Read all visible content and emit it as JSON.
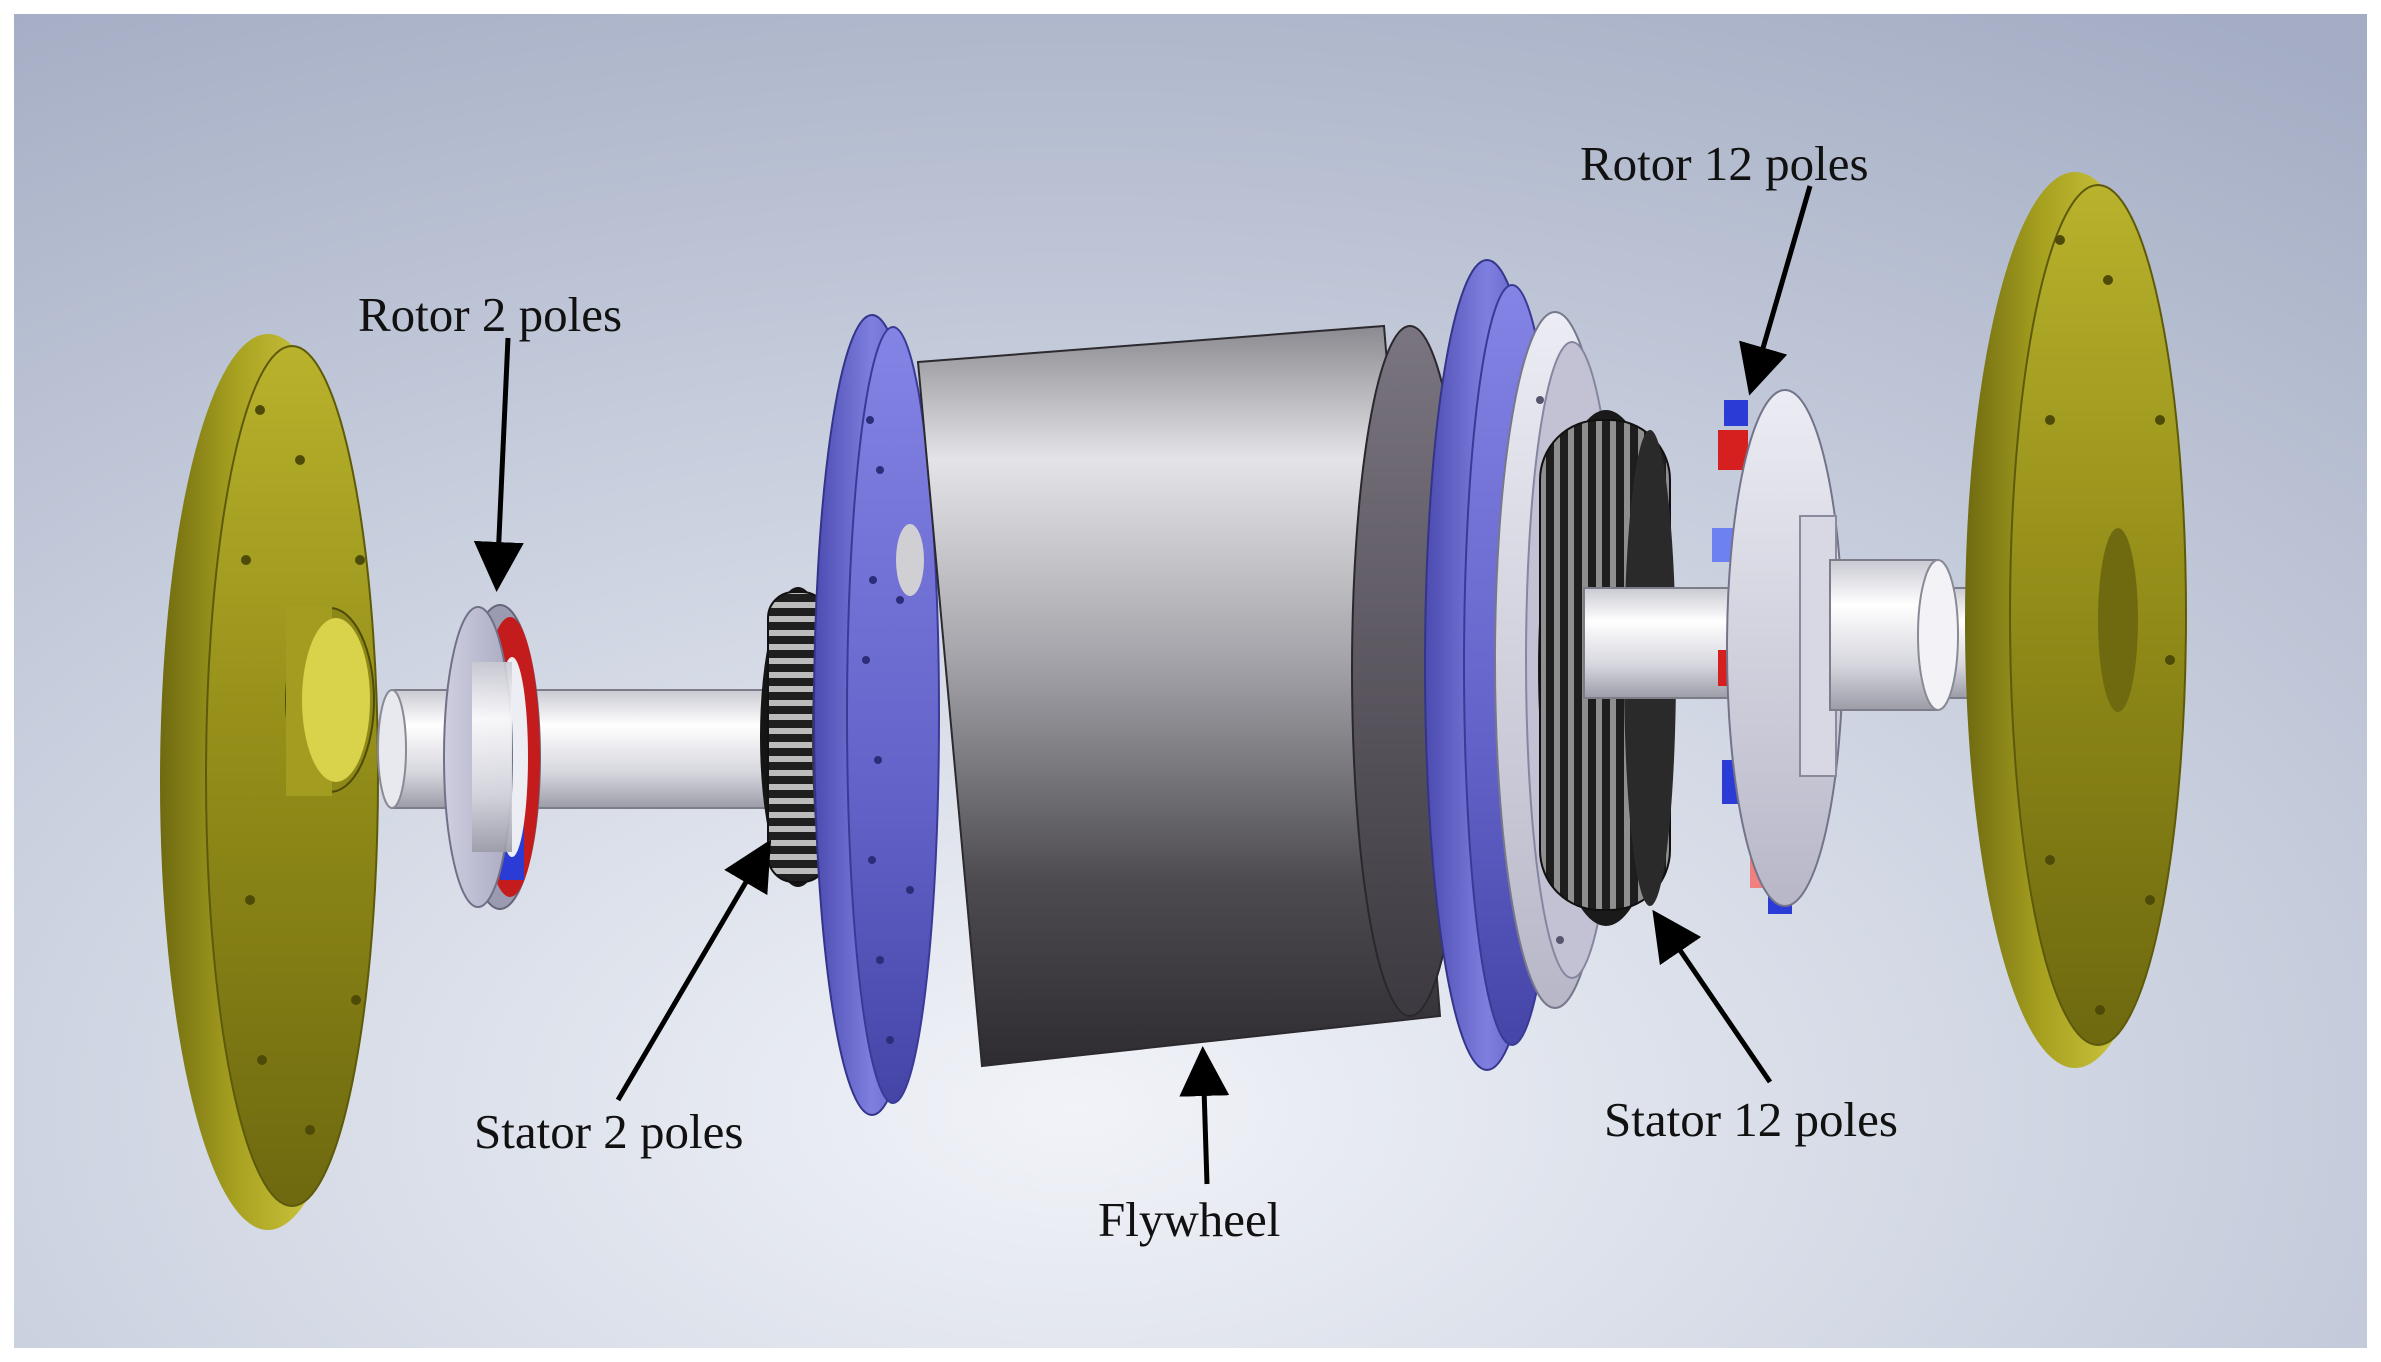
{
  "labels": {
    "rotor_2": "Rotor 2 poles",
    "stator_2": "Stator 2 poles",
    "flywheel": "Flywheel",
    "rotor_12": "Rotor 12 poles",
    "stator_12": "Stator 12 poles"
  },
  "colors": {
    "background_top": "#a8b0c6",
    "background_bottom": "#e8ecf3",
    "endplate": "#8f8a16",
    "endplate_light": "#c8c23a",
    "bearing_plate": "#6f6fd0",
    "flywheel_light": "#d6d6d8",
    "flywheel_dark": "#3a383c",
    "shaft": "#e6e6ec",
    "stator_teeth": "#2a2a2a",
    "magnet_red": "#d62020",
    "magnet_blue": "#2b3bd6",
    "leader": "#000000"
  }
}
